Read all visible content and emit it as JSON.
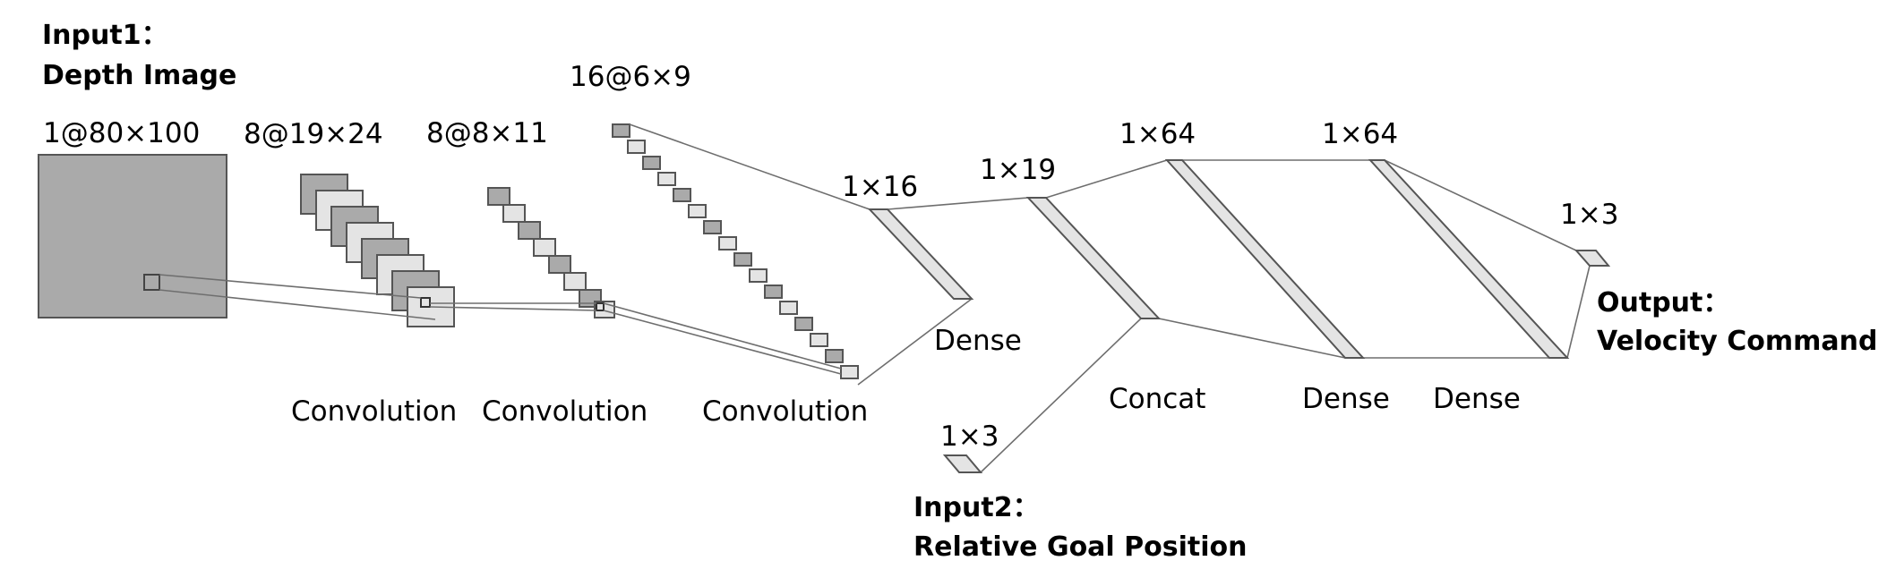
{
  "inputs": {
    "input1_title": "Input1：",
    "input1_name": "Depth Image",
    "input2_title": "Input2：",
    "input2_name": "Relative Goal Position"
  },
  "output": {
    "title": "Output：",
    "name": "Velocity Command"
  },
  "dims": {
    "input_image": "1@80×100",
    "conv1": "8@19×24",
    "conv2": "8@8×11",
    "conv3": "16@6×9",
    "dense1": "1×16",
    "goal_input": "1×3",
    "concat": "1×19",
    "dense2": "1×64",
    "dense3": "1×64",
    "output": "1×3"
  },
  "layers": {
    "conv1": "Convolution",
    "conv2": "Convolution",
    "conv3": "Convolution",
    "dense1": "Dense",
    "concat": "Concat",
    "dense2": "Dense",
    "dense3": "Dense"
  },
  "colors": {
    "dark": "#aaaaaa",
    "light": "#e4e4e4",
    "stroke": "#555555",
    "line": "#6e6e6e"
  }
}
